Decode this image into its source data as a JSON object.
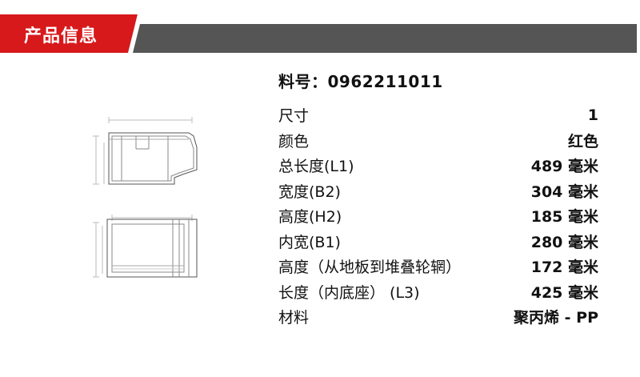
{
  "header": {
    "title": "产品信息"
  },
  "part": {
    "label": "料号：",
    "number": "0962211011"
  },
  "specs": [
    {
      "label": "尺寸",
      "value": "1"
    },
    {
      "label": "颜色",
      "value": "红色"
    },
    {
      "label": "总长度(L1)",
      "value": "489 毫米"
    },
    {
      "label": "宽度(B2)",
      "value": "304 毫米"
    },
    {
      "label": "高度(H2)",
      "value": "185 毫米"
    },
    {
      "label": "内宽(B1)",
      "value": "280 毫米"
    },
    {
      "label": "高度（从地板到堆叠轮辋）",
      "value": "172 毫米"
    },
    {
      "label": "长度（内底座） (L3)",
      "value": "425 毫米"
    },
    {
      "label": "材料",
      "value": "聚丙烯 - PP"
    }
  ],
  "colors": {
    "accent": "#d7191c",
    "bar": "#555555"
  }
}
